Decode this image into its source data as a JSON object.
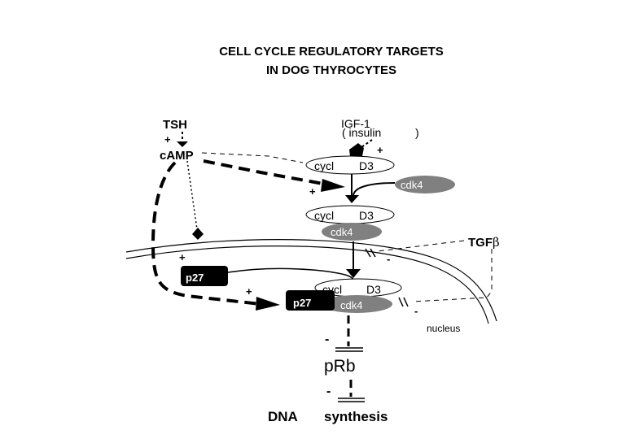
{
  "title": {
    "line1": "CELL CYCLE REGULATORY TARGETS",
    "line2": "IN DOG THYROCYTES"
  },
  "nodes": {
    "tsh": "TSH",
    "camp": "cAMP",
    "igf1": "IGF-1",
    "insulin": "( insulin",
    "insulin_close": ")",
    "cycl": "cycl",
    "d3": "D3",
    "cdk4": "cdk4",
    "tgf": "TGF",
    "beta": "β",
    "p27": "p27",
    "nucleus": "nucleus",
    "prb": "pRb",
    "dna": "DNA",
    "synthesis": "synthesis"
  },
  "signs": {
    "plus": "+",
    "minus": "-"
  },
  "colors": {
    "line": "#000000",
    "cdk4_fill": "#808080",
    "p27_fill": "#000000",
    "ellipse_fill": "#ffffff"
  }
}
